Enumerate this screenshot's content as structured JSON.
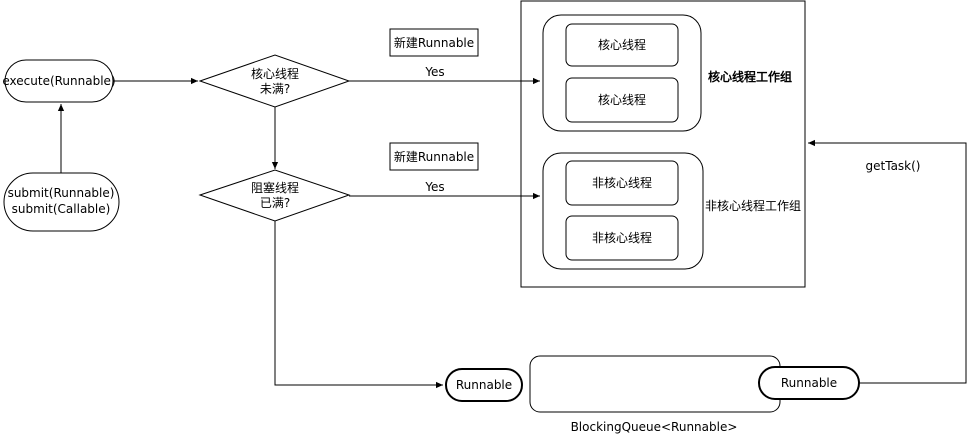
{
  "nodes": {
    "execute": "execute(Runnable)",
    "submit_line1": "submit(Runnable)",
    "submit_line2": "submit(Callable)",
    "decision1_line1": "核心线程",
    "decision1_line2": "未满?",
    "decision2_line1": "阻塞线程",
    "decision2_line2": "已满?",
    "new_runnable_1": "新建Runnable",
    "new_runnable_2": "新建Runnable",
    "core_thread_1": "核心线程",
    "core_thread_2": "核心线程",
    "core_group_label": "核心线程工作组",
    "noncore_thread_1": "非核心线程",
    "noncore_thread_2": "非核心线程",
    "noncore_group_label": "非核心线程工作组",
    "queue_runnable_left": "Runnable",
    "queue_runnable_right": "Runnable",
    "queue_label": "BlockingQueue<Runnable>"
  },
  "edges": {
    "yes_1": "Yes",
    "yes_2": "Yes",
    "get_task": "getTask()"
  },
  "colors": {
    "stroke": "#000000",
    "background": "#ffffff"
  }
}
